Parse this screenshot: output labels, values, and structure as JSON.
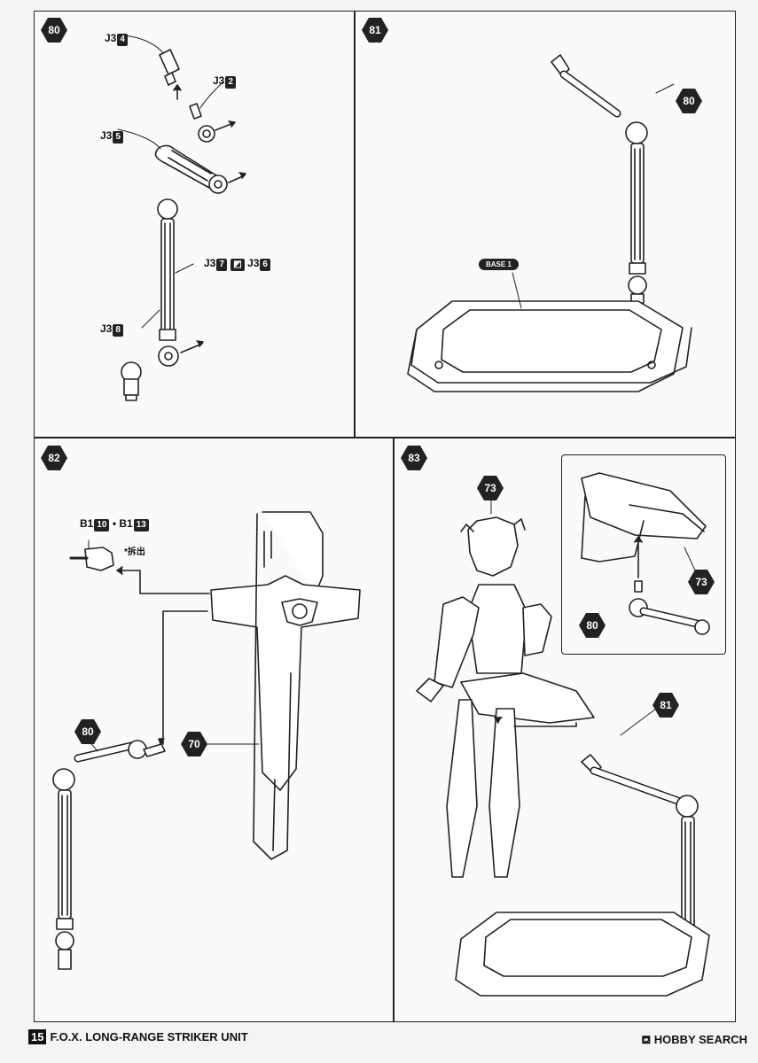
{
  "steps": {
    "s80": {
      "num": "80",
      "parts": [
        {
          "pre": "J3",
          "box": "4"
        },
        {
          "pre": "J3",
          "box": "2"
        },
        {
          "pre": "J3",
          "box": "5"
        },
        {
          "pre": "J3",
          "box": "8"
        }
      ],
      "option_a": {
        "pre": "J3",
        "box": "7"
      },
      "option_b": {
        "pre": "J3",
        "box": "6"
      }
    },
    "s81": {
      "num": "81",
      "ref": "80",
      "base_label": "BASE 1"
    },
    "s82": {
      "num": "82",
      "part_a": {
        "pre": "B1",
        "box": "10"
      },
      "sep": "•",
      "part_b": {
        "pre": "B1",
        "box": "13"
      },
      "note": "*拆出",
      "ref_arm": "80",
      "ref_unit": "70"
    },
    "s83": {
      "num": "83",
      "ref_fig": "73",
      "ref_inset_unit": "73",
      "ref_inset_arm": "80",
      "ref_stand": "81"
    }
  },
  "footer": {
    "page": "15",
    "title": "F.O.X. LONG-RANGE STRIKER UNIT",
    "brand": "HOBBY SEARCH"
  }
}
